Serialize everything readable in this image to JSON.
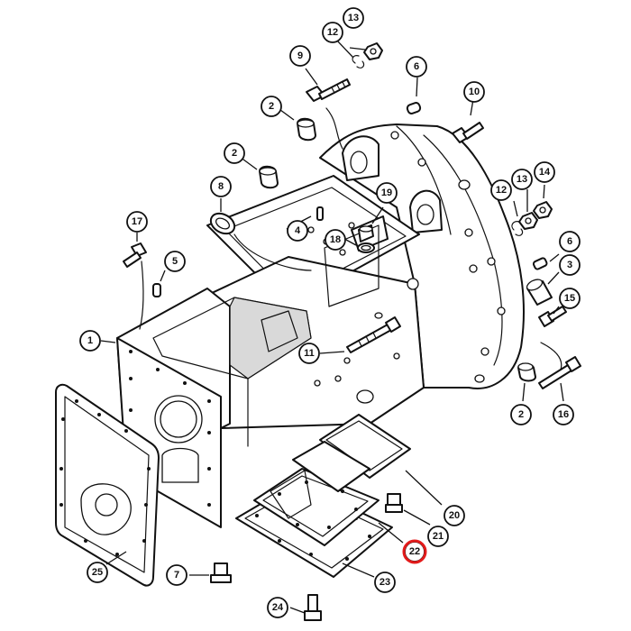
{
  "colors": {
    "line": "#111111",
    "background": "#ffffff",
    "highlight": "#e31b1b"
  },
  "highlighted_callout": "22",
  "callouts": [
    {
      "id": "c13a",
      "label": "13"
    },
    {
      "id": "c12a",
      "label": "12"
    },
    {
      "id": "c9",
      "label": "9"
    },
    {
      "id": "c6a",
      "label": "6"
    },
    {
      "id": "c10",
      "label": "10"
    },
    {
      "id": "c2a",
      "label": "2"
    },
    {
      "id": "c2b",
      "label": "2"
    },
    {
      "id": "c8",
      "label": "8"
    },
    {
      "id": "c19",
      "label": "19"
    },
    {
      "id": "c12b",
      "label": "12"
    },
    {
      "id": "c13b",
      "label": "13"
    },
    {
      "id": "c14",
      "label": "14"
    },
    {
      "id": "c17",
      "label": "17"
    },
    {
      "id": "c4",
      "label": "4"
    },
    {
      "id": "c18",
      "label": "18"
    },
    {
      "id": "c6b",
      "label": "6"
    },
    {
      "id": "c5",
      "label": "5"
    },
    {
      "id": "c3",
      "label": "3"
    },
    {
      "id": "c15",
      "label": "15"
    },
    {
      "id": "c1",
      "label": "1"
    },
    {
      "id": "c11",
      "label": "11"
    },
    {
      "id": "c2c",
      "label": "2"
    },
    {
      "id": "c16",
      "label": "16"
    },
    {
      "id": "c20",
      "label": "20"
    },
    {
      "id": "c21",
      "label": "21"
    },
    {
      "id": "c22",
      "label": "22"
    },
    {
      "id": "c25",
      "label": "25"
    },
    {
      "id": "c7",
      "label": "7"
    },
    {
      "id": "c23",
      "label": "23"
    },
    {
      "id": "c24",
      "label": "24"
    }
  ]
}
